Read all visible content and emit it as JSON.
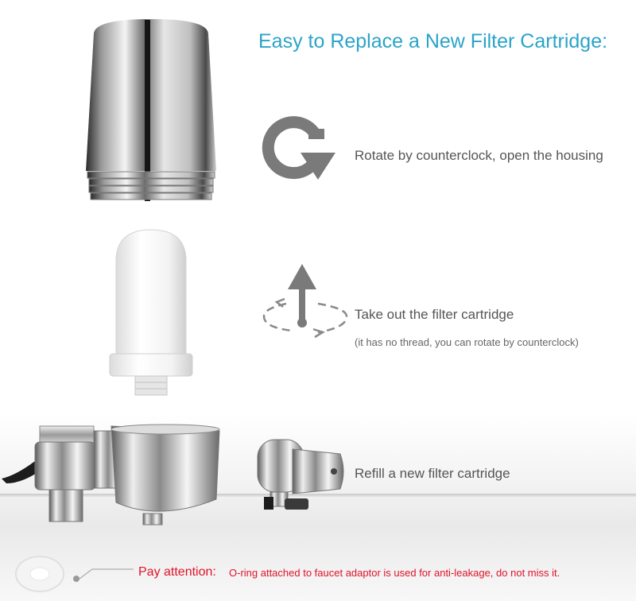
{
  "title": "Easy to Replace a New Filter Cartridge:",
  "steps": [
    {
      "text": "Rotate by counterclock, open the housing",
      "icon": "rotate-arrow-icon"
    },
    {
      "text": "Take out the filter cartridge",
      "note": "(it has no thread, you can rotate by counterclock)",
      "icon": "lift-rotate-icon"
    },
    {
      "text": "Refill a new filter cartridge",
      "icon": "faucet-filter-icon"
    }
  ],
  "attention": {
    "label": "Pay attention:",
    "text": "O-ring attached to faucet adaptor is used for anti-leakage, do not miss it."
  },
  "colors": {
    "title": "#2aa4c8",
    "body_text": "#555555",
    "attention": "#e0142a",
    "icon_gray": "#7a7a7a"
  }
}
